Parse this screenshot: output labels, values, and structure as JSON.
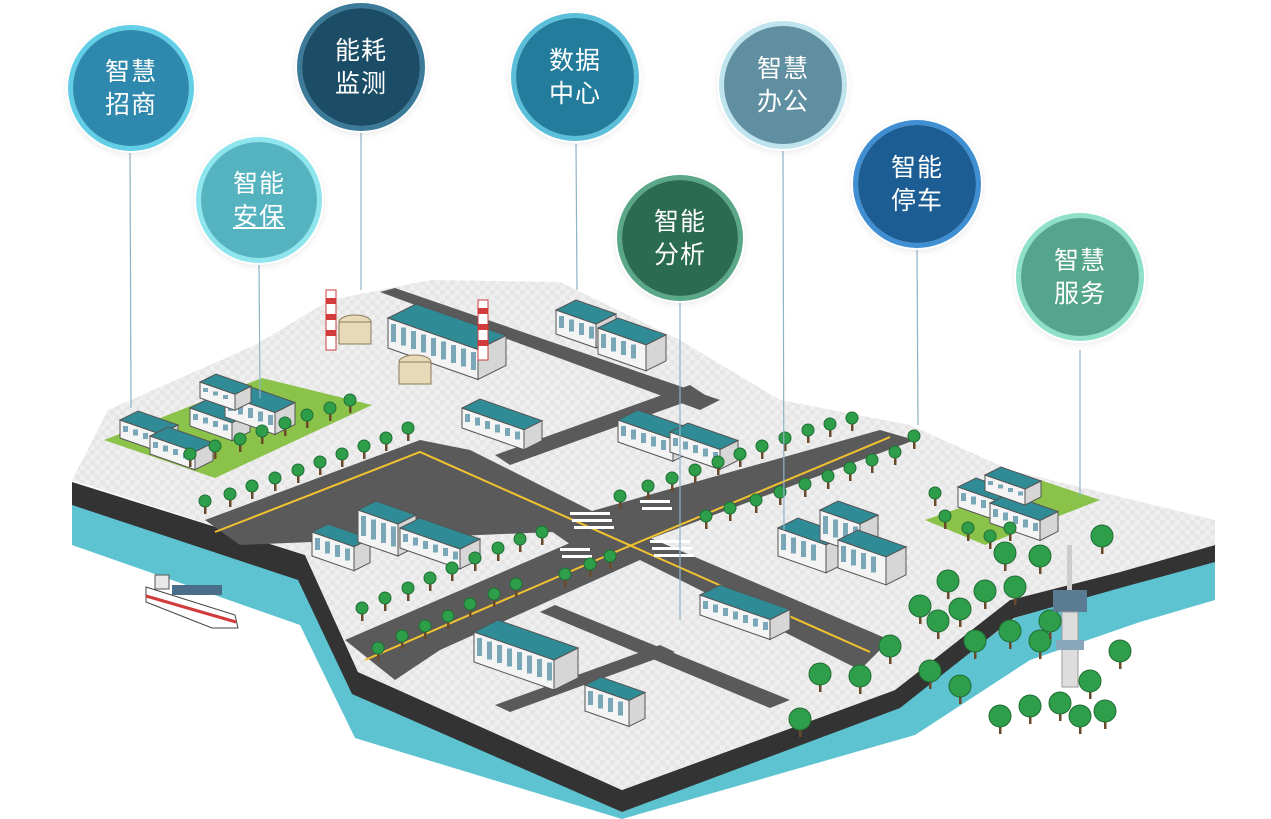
{
  "nodes": {
    "zhaoshang": {
      "line1": "智慧",
      "line2": "招商",
      "color": "#2f89ae",
      "ring": "#62cfe6"
    },
    "anbao": {
      "line1": "智能",
      "line2": "安保",
      "color": "#55b3c0",
      "ring": "#8ee5ee"
    },
    "nenghao": {
      "line1": "能耗",
      "line2": "监测",
      "color": "#1c4d66",
      "ring": "#3b7a98"
    },
    "shuju": {
      "line1": "数据",
      "line2": "中心",
      "color": "#237c9c",
      "ring": "#5cbfd9"
    },
    "fenxi": {
      "line1": "智能",
      "line2": "分析",
      "color": "#2b6b52",
      "ring": "#5aa888"
    },
    "bangong": {
      "line1": "智慧",
      "line2": "办公",
      "color": "#5f8fa0",
      "ring": "#bfe4ee"
    },
    "tingche": {
      "line1": "智能",
      "line2": "停车",
      "color": "#1c5d94",
      "ring": "#3f8fd2"
    },
    "fuwu": {
      "line1": "智慧",
      "line2": "服务",
      "color": "#55a58d",
      "ring": "#8ee0c8"
    }
  },
  "colors": {
    "water": "#5ec3d1",
    "base_top": "#eeeeee",
    "base_side": "#343434",
    "road": "#5a5a5a",
    "road_line": "#f2c230",
    "grass": "#8bc34a",
    "tree": "#2e9e4a",
    "roof": "#2f8b95",
    "wall": "#f4f4f4"
  }
}
